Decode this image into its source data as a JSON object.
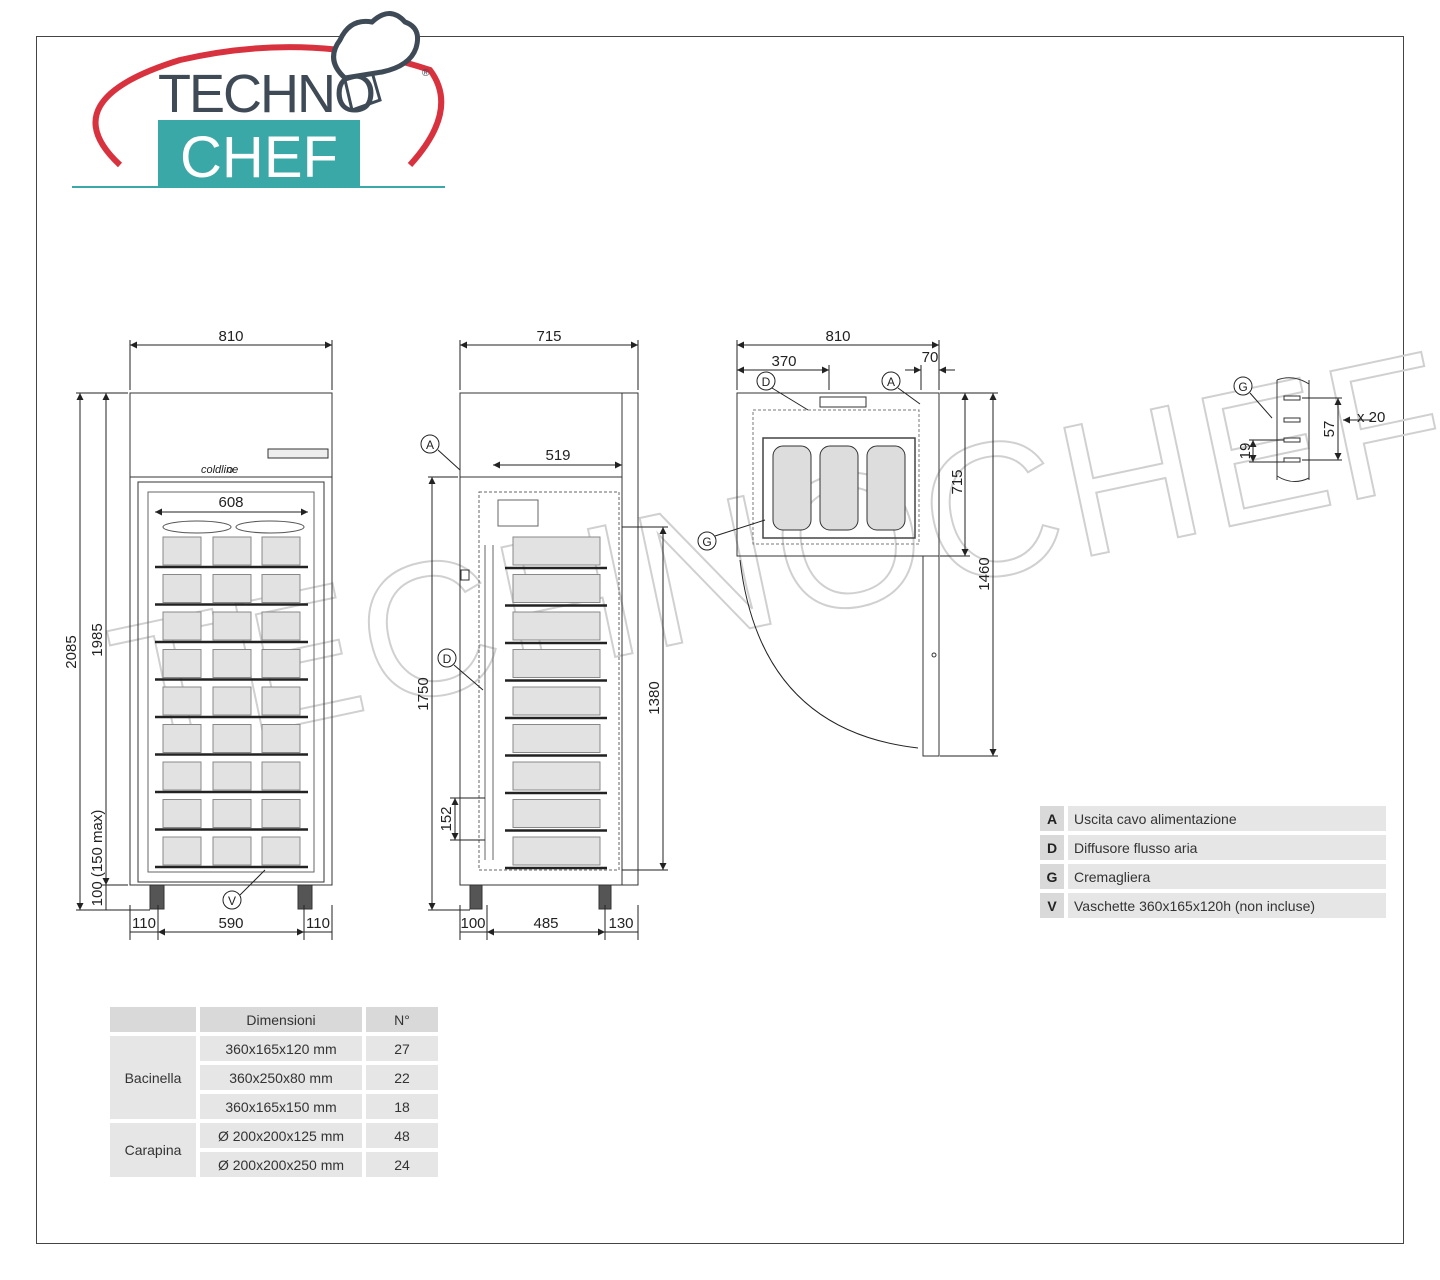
{
  "logo": {
    "line1": "TECHNO",
    "line2": "CHEF",
    "registered": "®",
    "teal": "#3aa8a6",
    "red": "#d9323f",
    "ink": "#3e4a56"
  },
  "watermark": "TECHNOCHEF.IT",
  "front_view": {
    "brand_label": "coldline",
    "dim_width": "810",
    "dim_inner_width": "608",
    "dim_total_height": "2085",
    "dim_height": "1985",
    "dim_feet_height": "100 (150 max)",
    "dim_bottom_left": "110",
    "dim_bottom_middle": "590",
    "dim_bottom_right": "110",
    "callout": "V"
  },
  "side_view": {
    "dim_depth": "715",
    "dim_inner_depth": "519",
    "dim_inner_height": "1750",
    "dim_rack_height": "1380",
    "dim_pitch": "152",
    "dim_bottom_left": "100",
    "dim_bottom_middle": "485",
    "dim_bottom_right": "130",
    "callout_a": "A",
    "callout_d": "D"
  },
  "top_view": {
    "dim_width": "810",
    "dim_offset": "370",
    "dim_right": "70",
    "dim_depth": "715",
    "dim_open_depth": "1460",
    "callout_d": "D",
    "callout_a": "A",
    "callout_g": "G"
  },
  "rack_detail": {
    "callout_g": "G",
    "dim_slot": "19",
    "dim_pitch": "57",
    "dim_count": "x 20"
  },
  "legend": [
    {
      "letter": "A",
      "text": "Uscita cavo alimentazione"
    },
    {
      "letter": "D",
      "text": "Diffusore flusso aria"
    },
    {
      "letter": "G",
      "text": "Cremagliera"
    },
    {
      "letter": "V",
      "text": "Vaschette 360x165x120h (non incluse)"
    }
  ],
  "table": {
    "headers": [
      "",
      "Dimensioni",
      "N°"
    ],
    "groups": [
      {
        "name": "Bacinella",
        "rows": [
          {
            "dim": "360x165x120 mm",
            "n": "27"
          },
          {
            "dim": "360x250x80 mm",
            "n": "22"
          },
          {
            "dim": "360x165x150 mm",
            "n": "18"
          }
        ]
      },
      {
        "name": "Carapina",
        "rows": [
          {
            "dim": "Ø 200x200x125 mm",
            "n": "48"
          },
          {
            "dim": "Ø 200x200x250 mm",
            "n": "24"
          }
        ]
      }
    ]
  }
}
